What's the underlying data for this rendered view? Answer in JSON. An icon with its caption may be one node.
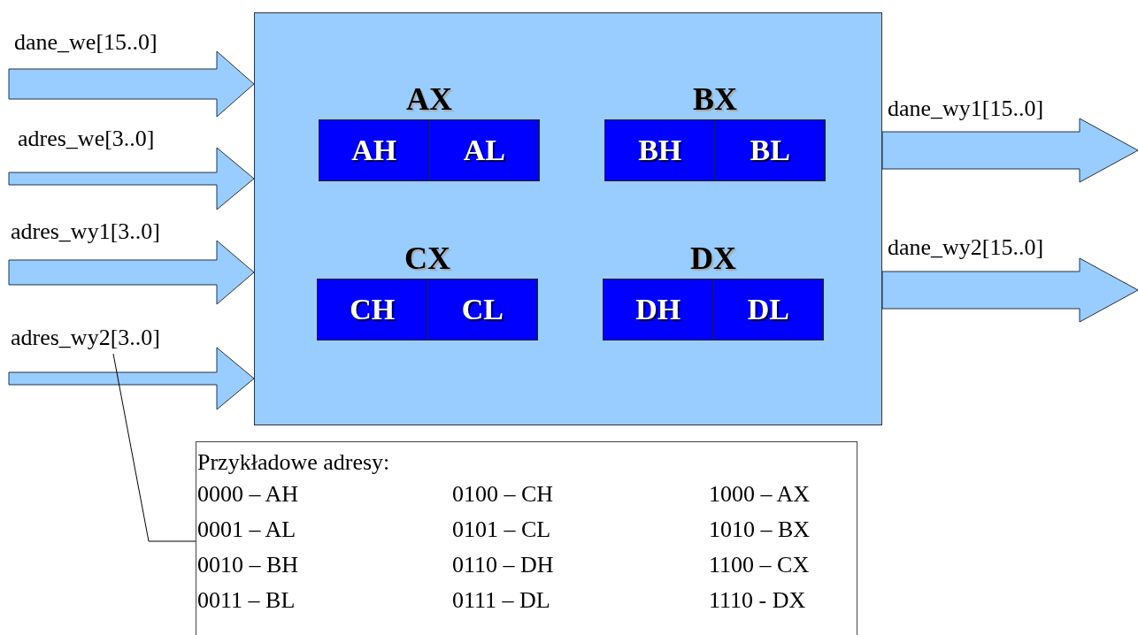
{
  "diagram": {
    "nodes": [
      {
        "text": [],
        "shape": "box"
      },
      {
        "text": [
          "AX"
        ],
        "in": 0
      },
      {
        "text": [
          "AH"
        ],
        "in": 1
      },
      {
        "text": [
          "AL"
        ],
        "in": 1
      },
      {
        "text": [
          "BX"
        ],
        "in": 0
      },
      {
        "text": [
          "BH"
        ],
        "in": 4
      },
      {
        "text": [
          "BL"
        ],
        "in": 4
      },
      {
        "text": [
          "CX"
        ],
        "in": 0
      },
      {
        "text": [
          "CH"
        ],
        "in": 7
      },
      {
        "text": [
          "CL"
        ],
        "in": 7
      },
      {
        "text": [
          "DX"
        ],
        "in": 0
      },
      {
        "text": [
          "DH"
        ],
        "in": 10
      },
      {
        "text": [
          "DL"
        ],
        "in": 10
      },
      {
        "text": [
          "Przykładowe adresy:",
          "0000 – AH",
          "0100 – CH",
          "1000 – AX",
          "0001 – AL",
          "0101 – CL",
          "1010 – BX",
          "0010 – BH",
          "0110 – DH",
          "1100 – CX",
          "0011 – BL",
          "0111 – DL",
          "1110 - DX"
        ]
      },
      {
        "text": [
          "dane_we[15..0]"
        ]
      },
      {
        "text": [
          "adres_we[3..0]"
        ]
      },
      {
        "text": [
          "adres_wy1[3..0]"
        ]
      },
      {
        "text": [
          "adres_wy2[3..0]"
        ]
      },
      {
        "text": [
          "dane_wy1[15..0]"
        ]
      },
      {
        "text": [
          "dane_wy2[15..0]"
        ]
      }
    ],
    "edges": [
      {
        "from": null,
        "to": 0,
        "arrow": "to",
        "style": "thick"
      },
      {
        "from": null,
        "to": 0,
        "arrow": "to",
        "style": "thick"
      },
      {
        "from": null,
        "to": 0,
        "arrow": "to",
        "style": "thick"
      },
      {
        "from": null,
        "to": 0,
        "arrow": "to",
        "style": "thick"
      },
      {
        "from": 0,
        "to": null,
        "arrow": "to",
        "style": "thick"
      },
      {
        "from": 0,
        "to": null,
        "arrow": "to",
        "style": "thick"
      },
      {
        "from": 17,
        "to": 13,
        "arrow": "none"
      }
    ]
  }
}
